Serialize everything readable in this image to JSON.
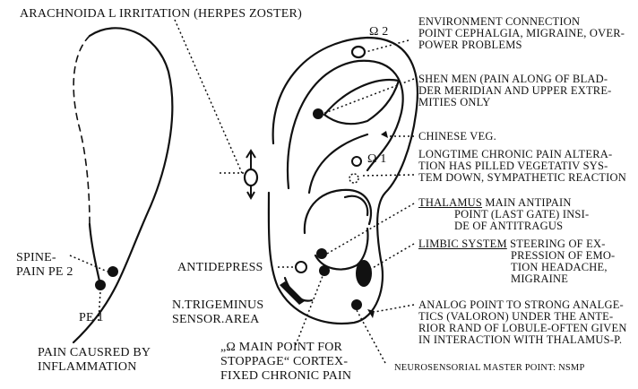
{
  "title": "ARACHNOIDA L IRRITATION (HERPES ZOSTER)",
  "omega2": "Ω 2",
  "omega1": "Ω 1",
  "environment": [
    "ENVIRONMENT CONNECTION",
    "POINT CEPHALGIA, MIGRAINE, OVER-",
    "POWER PROBLEMS"
  ],
  "shenmen": [
    "SHEN MEN (PAIN ALONG OF BLAD-",
    "DER MERIDIAN AND UPPER EXTRE-",
    "MITIES ONLY"
  ],
  "chinese": "CHINESE VEG.",
  "longtime": [
    "LONGTIME CHRONIC PAIN ALTERA-",
    "TION HAS PILLED VEGETATIV SYS-",
    "TEM DOWN, SYMPATHETIC REACTION"
  ],
  "thalamus": {
    "head": "THALAMUS",
    "rest": " MAIN ANTIPAIN",
    "lines": [
      "POINT (LAST GATE) INSI-",
      "DE OF ANTITRAGUS"
    ]
  },
  "limbic": {
    "head": "LIMBIC SYSTEM",
    "rest": " STEERING OF EX-",
    "lines": [
      "PRESSION OF EMO-",
      "TION HEADACHE,",
      "MIGRAINE"
    ]
  },
  "analog": [
    "ANALOG POINT TO STRONG ANALGE-",
    "TICS (VALORON) UNDER THE ANTE-",
    "RIOR RAND OF LOBULE-OFTEN GIVEN",
    "IN INTERACTION WITH THALAMUS-P."
  ],
  "nsmp": "NEUROSENSORIAL MASTER POINT: NSMP",
  "spine": [
    "SPINE-",
    "PAIN PE 2"
  ],
  "pe1": "PE 1",
  "antidepress": "ANTIDEPRESS",
  "trigeminus": [
    "N.TRIGEMINUS",
    "SENSOR.AREA"
  ],
  "inflammation": [
    "PAIN CAUSRED BY",
    "INFLAMMATION"
  ],
  "omega_main": [
    "„Ω MAIN POINT FOR",
    "STOPPAGE“ CORTEX-",
    "FIXED CHRONIC PAIN"
  ]
}
